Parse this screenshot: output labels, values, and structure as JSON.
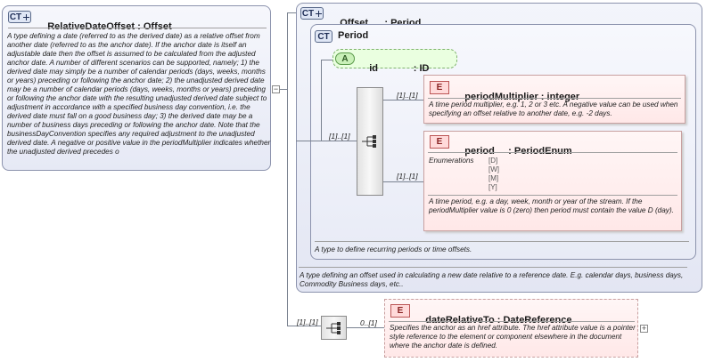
{
  "relative_date_offset": {
    "badge": "CT",
    "name": "RelativeDateOffset",
    "type_sep": ":",
    "type": "Offset",
    "doc": "A type defining a date (referred to as the derived date) as a relative offset from another date (referred to as the anchor date). If the anchor date is itself an adjustable date then the offset is assumed to be calculated from the adjusted anchor date. A number of different scenarios can be supported, namely; 1) the derived date may simply be a number of calendar periods (days, weeks, months or years) preceding or following the anchor date; 2) the unadjusted derived date may be a number of calendar periods (days, weeks, months or years) preceding or following the anchor date with the resulting unadjusted derived date subject to adjustment in accordance with a specified business day convention, i.e. the derived date must fall on a good business day; 3) the derived date may be a number of business days preceding or following the anchor date. Note that the businessDayConvention specifies any required adjustment to the unadjusted derived date. A negative or positive value in the periodMultiplier indicates whether the unadjusted derived precedes o",
    "collapse_symbol": "−"
  },
  "offset": {
    "badge": "CT",
    "name": "Offset",
    "type_sep": ":",
    "type": "Period",
    "doc": "A type defining an offset used in calculating a new date relative to a reference date. E.g. calendar days, business days, Commodity Business days, etc.."
  },
  "period": {
    "badge": "CT",
    "name": "Period",
    "doc": "A type to define recurring periods or time offsets."
  },
  "id_attr": {
    "badge": "A",
    "name": "id",
    "type_sep": ":",
    "type": "ID"
  },
  "period_sequence": {
    "multiplicity": "[1]..[1]"
  },
  "period_multiplier": {
    "badge": "E",
    "multiplicity": "[1]..[1]",
    "name": "periodMultiplier",
    "type_sep": ":",
    "type": "integer",
    "doc": "A time period multiplier, e.g. 1, 2 or 3 etc. A negative value can be used when specifying an offset relative to another date, e.g. -2 days."
  },
  "period_elem": {
    "badge": "E",
    "multiplicity": "[1]..[1]",
    "name": "period",
    "type_sep": ":",
    "type": "PeriodEnum",
    "enum_label": "Enumerations",
    "enums": [
      "[D]",
      "[W]",
      "[M]",
      "[Y]"
    ],
    "doc": "A time period, e.g. a day, week, month or year of the stream. If the periodMultiplier value is 0 (zero) then period must contain the value D (day)."
  },
  "outer_sequence": {
    "multiplicity": "[1]..[1]"
  },
  "date_relative_to": {
    "badge": "E",
    "multiplicity": "0..[1]",
    "name": "dateRelativeTo",
    "type_sep": ":",
    "type": "DateReference",
    "doc": "Specifies the anchor as an href attribute. The href attribute value is a pointer style reference to the element or component elsewhere in the document where the anchor date is defined.",
    "expand_symbol": "+"
  },
  "colors": {
    "complex_type_fill": "#eaedf8",
    "complex_type_border": "#8c93ad",
    "element_fill": "#fff0f0",
    "element_border": "#c8a0a0",
    "attribute_fill": "#eaffe0"
  }
}
